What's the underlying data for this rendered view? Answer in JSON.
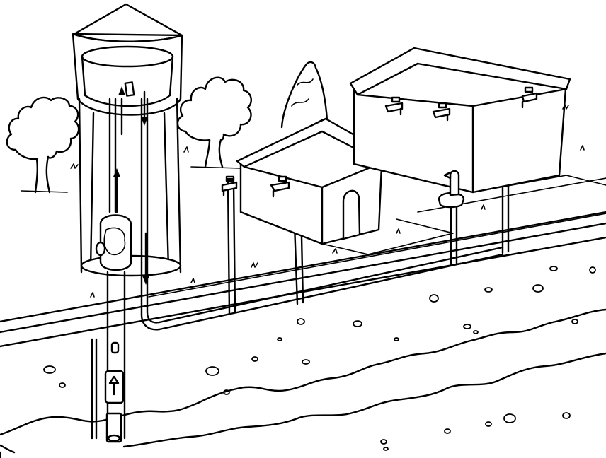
{
  "illustration": {
    "colors": {
      "ink": "#000000",
      "paper": "#ffffff"
    },
    "components": {
      "water_tower": "water-tower",
      "well_pump": "well-pump",
      "small_house": "small-house",
      "large_house": "large-house",
      "drinking_fountain": "drinking-fountain",
      "trees": [
        "tree",
        "tree",
        "tree"
      ],
      "faucets": [
        "faucet",
        "faucet",
        "faucet",
        "faucet",
        "faucet"
      ]
    }
  }
}
